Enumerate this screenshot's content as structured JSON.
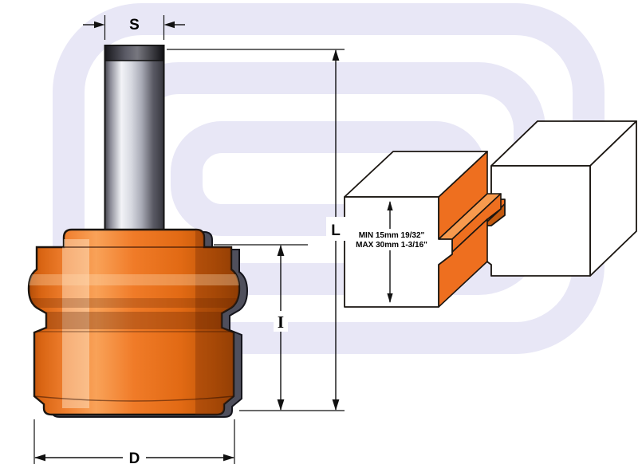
{
  "diagram": {
    "title": "Glue joint router bit dimension drawing",
    "dimension_labels": {
      "shank_diameter": "S",
      "overall_length": "L",
      "cutting_length": "I",
      "cutter_diameter": "D"
    },
    "joint_note": {
      "line1": "MIN 15mm  19/32\"",
      "line2": "MAX 30mm 1-3/16\""
    },
    "colors": {
      "accent": "#ee6f1f",
      "accent_light": "#f79a4e",
      "accent_dark": "#c2590f",
      "outline": "#1a1510",
      "watermark": "#e8e7f6",
      "steel_light": "#f2f3f7",
      "steel_dark": "#44444c",
      "dim": "#111111"
    }
  }
}
